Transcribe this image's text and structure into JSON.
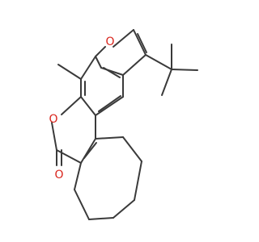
{
  "molecule": {
    "atom_labels": {
      "furan_oxygen": "O",
      "lactone_ring_oxygen": "O",
      "carbonyl_oxygen": "O"
    },
    "colors": {
      "bond": "#3a3a3a",
      "oxygen": "#d9241c",
      "background": "#ffffff"
    }
  }
}
